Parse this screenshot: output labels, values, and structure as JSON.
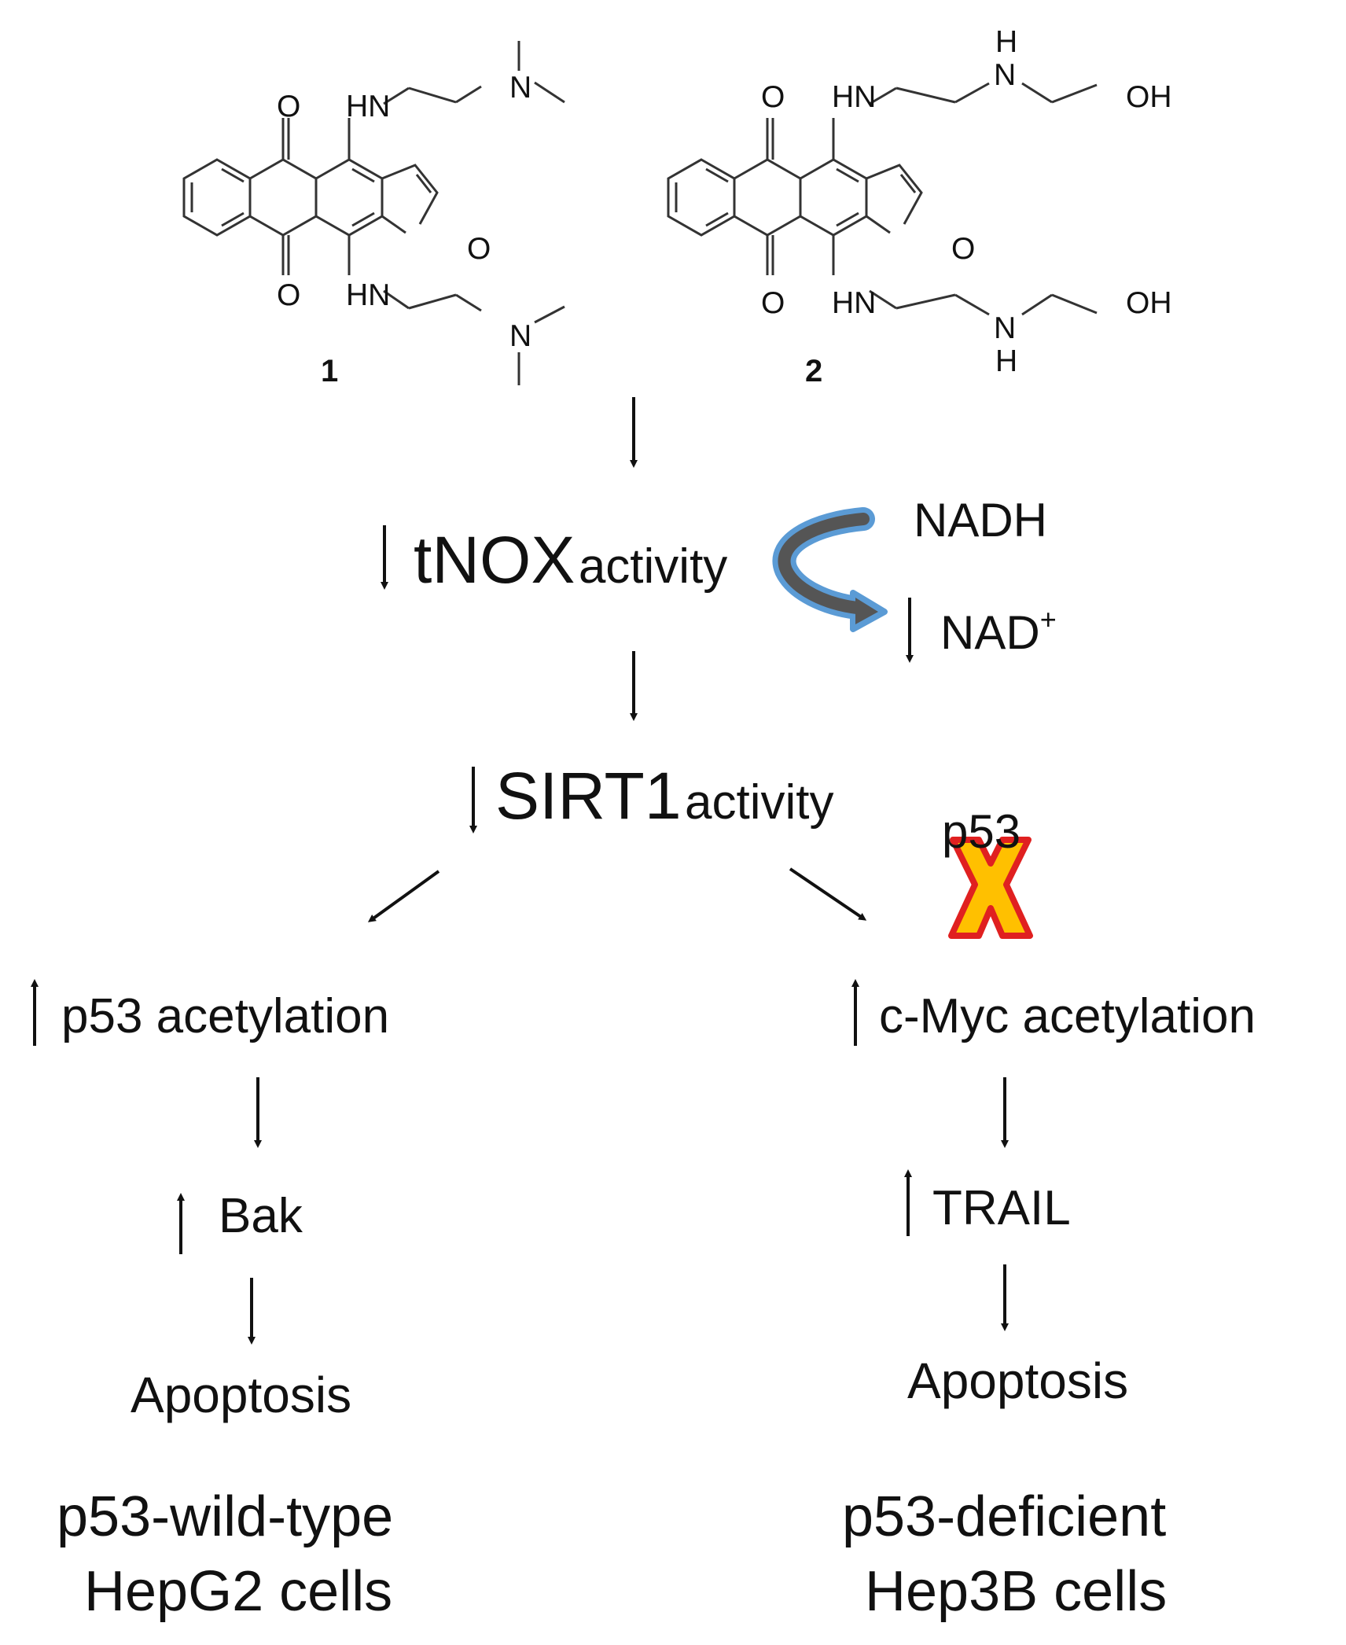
{
  "compounds": {
    "c1": {
      "label": "1",
      "o_top": "O",
      "o_bottom": "O",
      "hn_top": "HN",
      "hn_bottom": "HN",
      "n_top": "N",
      "n_bottom": "N",
      "o_ring": "O"
    },
    "c2": {
      "label": "2",
      "o_top": "O",
      "o_bottom": "O",
      "hn_top": "HN",
      "hn_bottom": "HN",
      "h_top": "H",
      "n_top": "N",
      "h_bottom": "H",
      "n_bottom": "N",
      "oh_top": "OH",
      "oh_bottom": "OH",
      "o_ring": "O"
    }
  },
  "nodes": {
    "tnox": {
      "name": "tNOX",
      "suffix": "activity"
    },
    "nadh": "NADH",
    "nad": {
      "text": "NAD",
      "sup": "+"
    },
    "sirt1": {
      "name": "SIRT1",
      "suffix": "activity"
    },
    "p53_crossed": "p53",
    "p53_acetylation": "p53 acetylation",
    "bak": "Bak",
    "apoptosis_left": "Apoptosis",
    "cmyc_acetylation": "c-Myc acetylation",
    "trail": "TRAIL",
    "apoptosis_right": "Apoptosis"
  },
  "cells": {
    "left": {
      "line1": "p53-wild-type",
      "line2": "HepG2 cells"
    },
    "right": {
      "line1": "p53-deficient",
      "line2": "Hep3B cells"
    }
  },
  "colors": {
    "curved_arrow_fill": "#555555",
    "curved_arrow_outline": "#5b9bd5",
    "cross_fill": "#ffc000",
    "cross_outline": "#e02020"
  }
}
